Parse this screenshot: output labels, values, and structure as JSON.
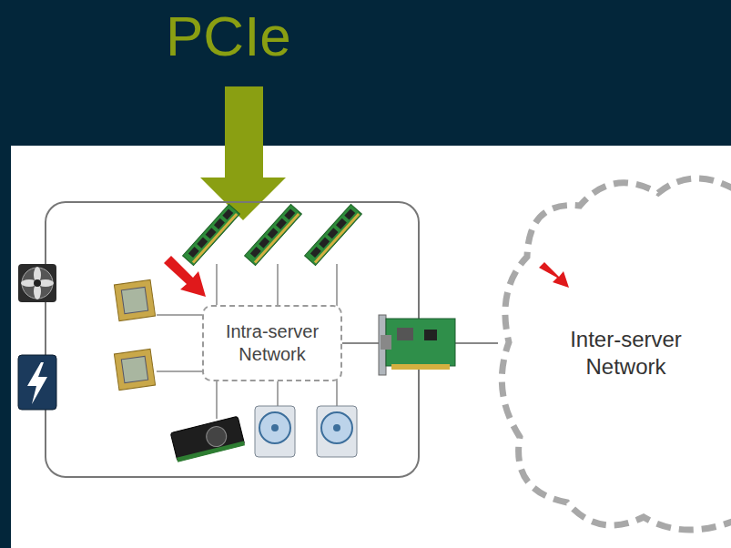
{
  "diagram": {
    "nodes": [
      {
        "text": [
          "Intra-server Network"
        ]
      },
      {
        "text": [
          "Inter-server Network"
        ]
      }
    ],
    "edges": [
      {
        "from": 0,
        "to": 1,
        "arrow": "none"
      }
    ],
    "labels": [
      "PCIe"
    ]
  }
}
